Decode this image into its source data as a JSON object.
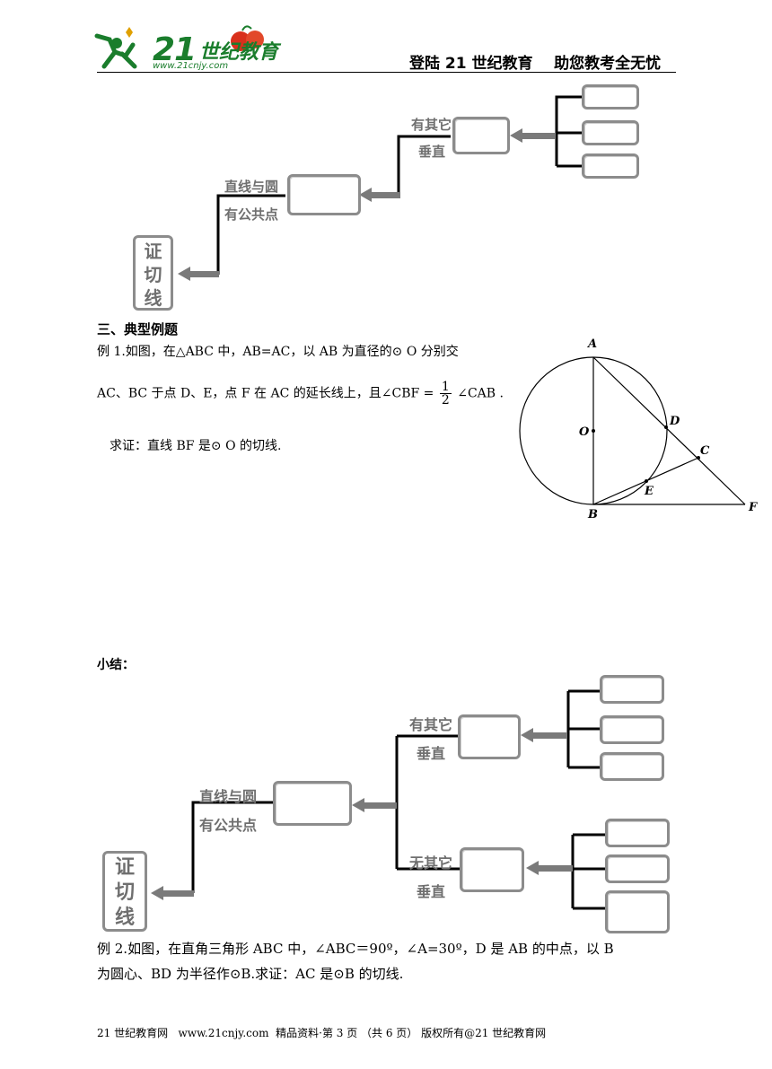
{
  "header": {
    "logo_number": "21",
    "logo_text": "世纪教育",
    "logo_url": "www.21cnjy.com",
    "right_text": "登陆 21 世纪教育    助您教考全无忧"
  },
  "diagram1": {
    "start_label": [
      "证",
      "切",
      "线"
    ],
    "label_common_1": "直线与圆",
    "label_common_2": "有公共点",
    "label_other_1": "有其它",
    "label_other_2": "垂直"
  },
  "section3": {
    "title": "三、典型例题",
    "example1_line1": "例 1.如图，在△ABC 中，AB=AC，以 AB 为直径的⊙ O 分别交",
    "example1_line2_a": "AC、BC 于点 D、E，点 F 在 AC 的延长线上，且∠CBF =",
    "example1_frac_num": "1",
    "example1_frac_den": "2",
    "example1_line2_b": "∠CAB .",
    "example1_prove": "求证：直线 BF 是⊙ O 的切线."
  },
  "figure1": {
    "labels": {
      "A": "A",
      "O": "O",
      "D": "D",
      "C": "C",
      "E": "E",
      "B": "B",
      "F": "F"
    }
  },
  "summary": {
    "title": "小结："
  },
  "diagram2": {
    "start_label": [
      "证",
      "切",
      "线"
    ],
    "label_common_1": "直线与圆",
    "label_common_2": "有公共点",
    "label_other_1": "有其它",
    "label_other_2": "垂直",
    "label_none_1": "无其它",
    "label_none_2": "垂直"
  },
  "example2": {
    "line1": "例 2.如图，在直角三角形 ABC 中，∠ABC＝90º，∠A=30º，D 是 AB 的中点，以 B",
    "line2": "为圆心、BD 为半径作⊙B.求证：AC 是⊙B 的切线."
  },
  "footer": {
    "text": "21 世纪教育网   www.21cnjy.com  精品资料·第 3 页 （共 6 页） 版权所有@21 世纪教育网"
  }
}
